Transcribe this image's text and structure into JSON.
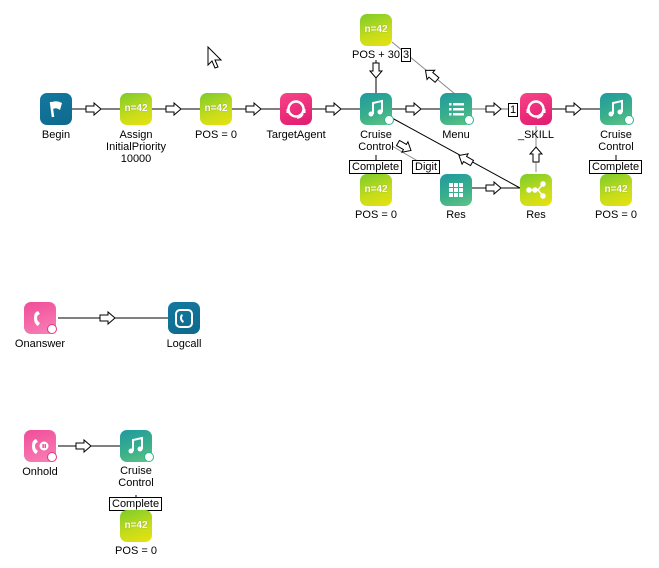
{
  "nodes": {
    "begin": {
      "label": "Begin",
      "icon": "flag-icon"
    },
    "assign": {
      "badge": "n=42",
      "label_lines": [
        "Assign",
        "InitialPriority",
        "10000"
      ]
    },
    "pos0_a": {
      "badge": "n=42",
      "label": "POS = 0"
    },
    "target_agent": {
      "label": "TargetAgent",
      "icon": "headset-icon"
    },
    "pos30": {
      "badge": "n=42",
      "label": "POS + 30"
    },
    "cruise1": {
      "label_lines": [
        "Cruise",
        "Control"
      ],
      "icon": "music-note-icon"
    },
    "menu": {
      "label": "Menu",
      "icon": "list-icon"
    },
    "skill": {
      "label": "_SKILL",
      "icon": "headset-icon"
    },
    "cruise2": {
      "label_lines": [
        "Cruise",
        "Control"
      ],
      "icon": "music-note-icon"
    },
    "pos0_b": {
      "badge": "n=42",
      "label": "POS = 0"
    },
    "res_grid": {
      "label": "Res",
      "icon": "keypad-grid-icon"
    },
    "res_branch": {
      "label": "Res",
      "icon": "branch-icon"
    },
    "pos0_c": {
      "badge": "n=42",
      "label": "POS = 0"
    },
    "onanswer": {
      "label": "Onanswer",
      "icon": "phone-icon"
    },
    "logcall": {
      "label": "Logcall",
      "icon": "phone-log-icon"
    },
    "onhold": {
      "label": "Onhold",
      "icon": "phone-hold-icon"
    },
    "cruise3": {
      "label_lines": [
        "Cruise",
        "Control"
      ],
      "icon": "music-note-icon"
    },
    "pos0_d": {
      "badge": "n=42",
      "label": "POS = 0"
    }
  },
  "edge_labels": {
    "menu_option_3": "3",
    "menu_option_1": "1",
    "complete_1": "Complete",
    "digit": "Digit",
    "complete_2": "Complete",
    "complete_3": "Complete"
  },
  "colors": {
    "green_node": "#a8d41e",
    "teal_node": "#2aa892",
    "blue_node": "#126e92",
    "pink_node": "#ee2a7b",
    "badge_teal": "#2fb58c",
    "badge_pink": "#e8357f"
  }
}
